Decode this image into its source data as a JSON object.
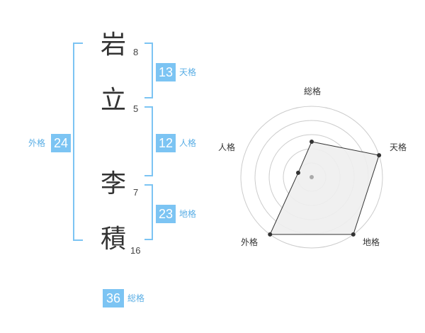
{
  "name_chars": [
    {
      "char": "岩",
      "strokes": "8"
    },
    {
      "char": "立",
      "strokes": "5"
    },
    {
      "char": "李",
      "strokes": "7"
    },
    {
      "char": "積",
      "strokes": "16"
    }
  ],
  "fortunes": {
    "tenkaku": {
      "value": "13",
      "label": "天格"
    },
    "jinkaku": {
      "value": "12",
      "label": "人格"
    },
    "chikaku": {
      "value": "23",
      "label": "地格"
    },
    "gaikaku": {
      "value": "24",
      "label": "外格"
    },
    "soukaku": {
      "value": "36",
      "label": "総格"
    }
  },
  "chart_data": {
    "type": "radar",
    "axes": [
      "総格",
      "天格",
      "地格",
      "外格",
      "人格"
    ],
    "values": [
      0.5,
      1.0,
      1.0,
      1.0,
      0.2
    ],
    "rings": 5,
    "colors": {
      "fill": "#eeeeee",
      "line": "#333333",
      "grid": "#cccccc",
      "center": "#aaaaaa"
    }
  },
  "colors": {
    "accent": "#7cc4f3",
    "label": "#5aaee5"
  }
}
